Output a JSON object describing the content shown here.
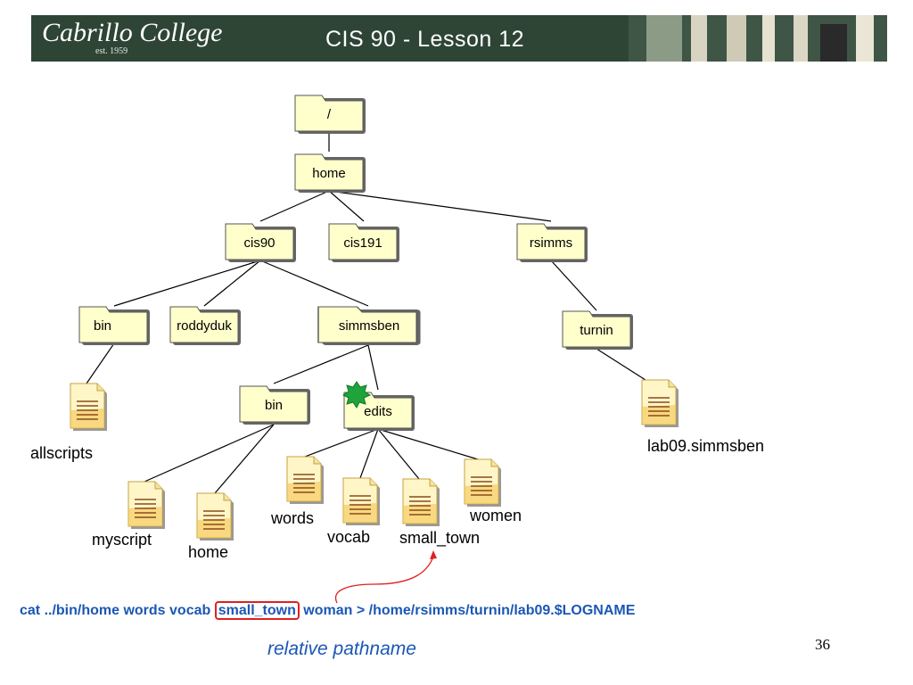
{
  "header": {
    "logo_text": "Cabrillo College",
    "logo_est": "est. 1959",
    "title": "CIS 90 - Lesson 12"
  },
  "tree": {
    "folders": {
      "root": "/",
      "home": "home",
      "cis90": "cis90",
      "cis191": "cis191",
      "rsimms": "rsimms",
      "bin1": "bin",
      "roddyduk": "roddyduk",
      "simmsben": "simmsben",
      "turnin": "turnin",
      "bin2": "bin",
      "edits": "edits"
    },
    "files": {
      "allscripts": "allscripts",
      "lab09": "lab09.simmsben",
      "myscript": "myscript",
      "home": "home",
      "words": "words",
      "vocab": "vocab",
      "small_town": "small_town",
      "women": "women"
    }
  },
  "command": {
    "before": "cat ../bin/home words vocab ",
    "highlight": "small_town",
    "after": " woman > /home/rsimms/turnin/lab09.$LOGNAME"
  },
  "caption": "relative pathname",
  "page_number": "36",
  "colors": {
    "header_bg": "#2e4536",
    "folder_fill": "#ffffcc",
    "command_text": "#1b57b5",
    "highlight_border": "#e02020",
    "marker": "#1fa33a"
  }
}
